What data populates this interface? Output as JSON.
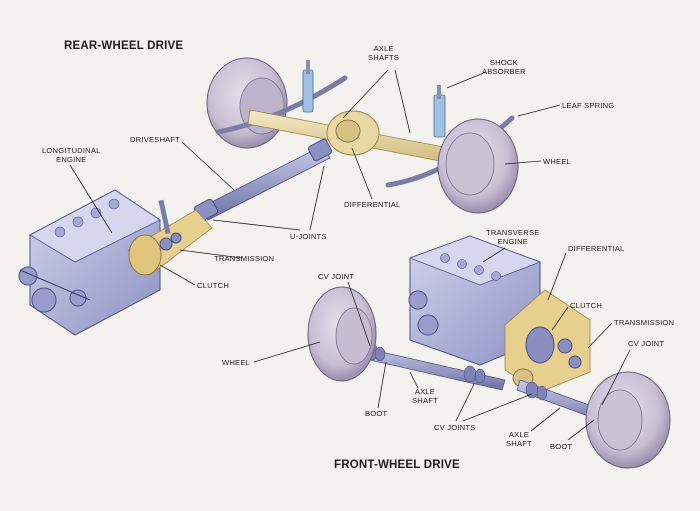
{
  "headings": {
    "rear": "REAR-WHEEL DRIVE",
    "front": "FRONT-WHEEL DRIVE"
  },
  "rear_labels": {
    "axle_shafts": [
      "AXLE",
      "SHAFTS"
    ],
    "shock_absorber": [
      "SHOCK",
      "ABSORBER"
    ],
    "leaf_spring": "LEAF SPRING",
    "wheel": "WHEEL",
    "driveshaft": "DRIVESHAFT",
    "longitudinal_engine": [
      "LONGITUDINAL",
      "ENGINE"
    ],
    "differential": "DIFFERENTIAL",
    "u_joints": "U-JOINTS",
    "transmission": "TRANSMISSION",
    "clutch": "CLUTCH"
  },
  "front_labels": {
    "transverse_engine": [
      "TRANSVERSE",
      "ENGINE"
    ],
    "differential": "DIFFERENTIAL",
    "cv_joint_left": "CV JOINT",
    "clutch": "CLUTCH",
    "transmission": "TRANSMISSION",
    "cv_joint_right": "CV JOINT",
    "wheel": "WHEEL",
    "axle_shaft_left": [
      "AXLE",
      "SHAFT"
    ],
    "boot_left": "BOOT",
    "cv_joints": "CV JOINTS",
    "axle_shaft_right": [
      "AXLE",
      "SHAFT"
    ],
    "boot_right": "BOOT"
  },
  "colors": {
    "engine_body": "#b4b6d9",
    "engine_dark": "#8286b8",
    "tire": "#cec6d8",
    "tire_dark": "#a89cb8",
    "axle_housing": "#e8d6a0",
    "driveshaft": "#9ea1cf",
    "spring": "#8f90b6",
    "shock": "#9ec0e4"
  }
}
